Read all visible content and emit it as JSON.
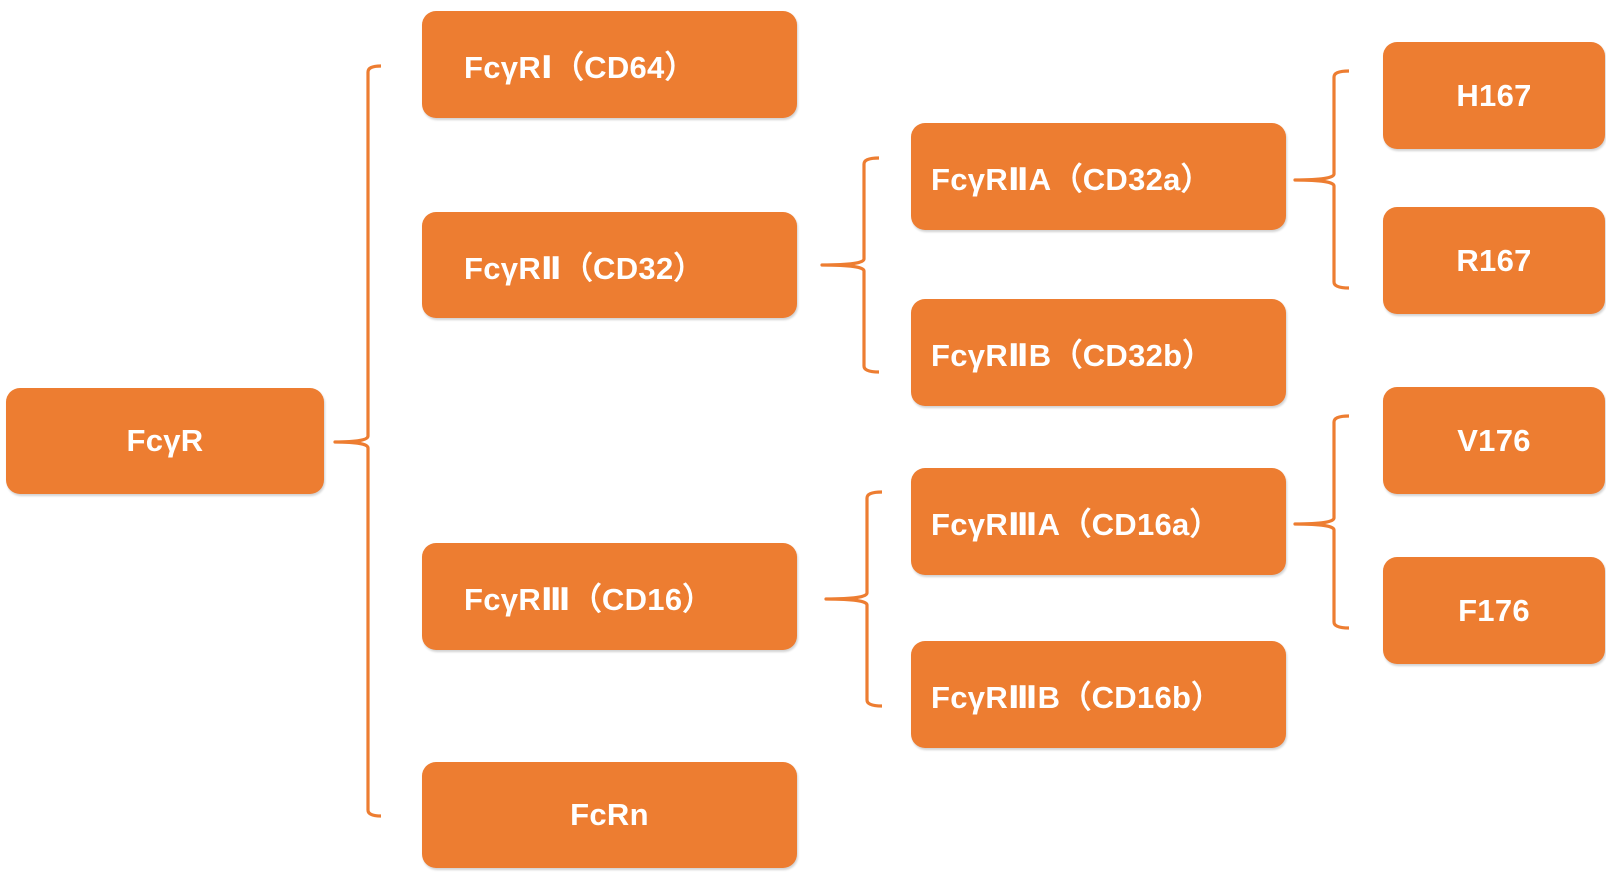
{
  "colors": {
    "node_fill": "#ed7d31",
    "node_text": "#ffffff",
    "bracket": "#ed7d31",
    "background": "#ffffff"
  },
  "nodes": {
    "root": "FcγR",
    "cd64": "FcγRⅠ（CD64）",
    "cd32": "FcγRⅡ（CD32）",
    "cd16": "FcγRⅢ（CD16）",
    "fcrn": "FcRn",
    "cd32a": "FcγRⅡA（CD32a）",
    "cd32b": "FcγRⅡB（CD32b）",
    "cd16a": "FcγRⅢA（CD16a）",
    "cd16b": "FcγRⅢB（CD16b）",
    "h167": "H167",
    "r167": "R167",
    "v176": "V176",
    "f176": "F176"
  },
  "edges": [
    [
      "root",
      "cd64"
    ],
    [
      "root",
      "cd32"
    ],
    [
      "root",
      "cd16"
    ],
    [
      "root",
      "fcrn"
    ],
    [
      "cd32",
      "cd32a"
    ],
    [
      "cd32",
      "cd32b"
    ],
    [
      "cd16",
      "cd16a"
    ],
    [
      "cd16",
      "cd16b"
    ],
    [
      "cd32a",
      "h167"
    ],
    [
      "cd32a",
      "r167"
    ],
    [
      "cd16a",
      "v176"
    ],
    [
      "cd16a",
      "f176"
    ]
  ]
}
